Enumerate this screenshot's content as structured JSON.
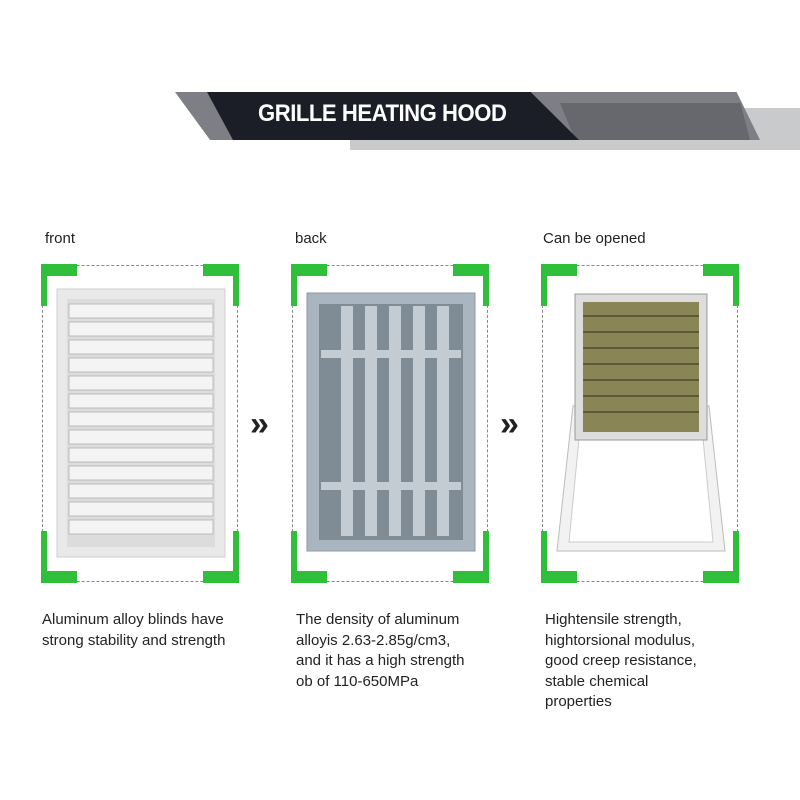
{
  "header": {
    "title": "GRILLE HEATING HOOD"
  },
  "panels": [
    {
      "label": "front",
      "description": "Aluminum alloy blinds have\nstrong stability and strength"
    },
    {
      "label": "back",
      "description": "The density of aluminum\nalloyis 2.63-2.85g/cm3,\nand it has a high strength\nob of 110-650MPa"
    },
    {
      "label": "Can be opened",
      "description": "Hightensile strength,\n hightorsional modulus,\ngood creep resistance,\n stable chemical\nproperties"
    }
  ],
  "arrows": {
    "glyph": "»"
  },
  "colors": {
    "accent": "#2fbf3a",
    "banner_dark": "#1b1e26"
  }
}
